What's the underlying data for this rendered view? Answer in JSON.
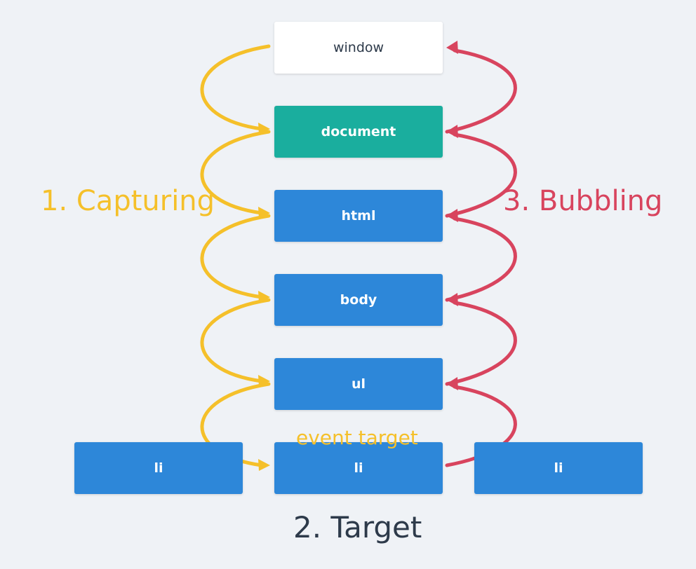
{
  "colors": {
    "background": "#eff2f6",
    "window": "#ffffff",
    "document": "#1aae9e",
    "element": "#2d87d9",
    "capturing": "#f5c02a",
    "bubbling": "#d8445e",
    "target_label": "#2d3a4a",
    "dark_text": "#2d3a4a"
  },
  "nodes": {
    "window": "window",
    "document": "document",
    "html": "html",
    "body": "body",
    "ul": "ul",
    "li_left": "li",
    "li_center": "li",
    "li_right": "li"
  },
  "labels": {
    "capturing": "1. Capturing",
    "target": "2. Target",
    "bubbling": "3. Bubbling",
    "event_target": "event target"
  }
}
